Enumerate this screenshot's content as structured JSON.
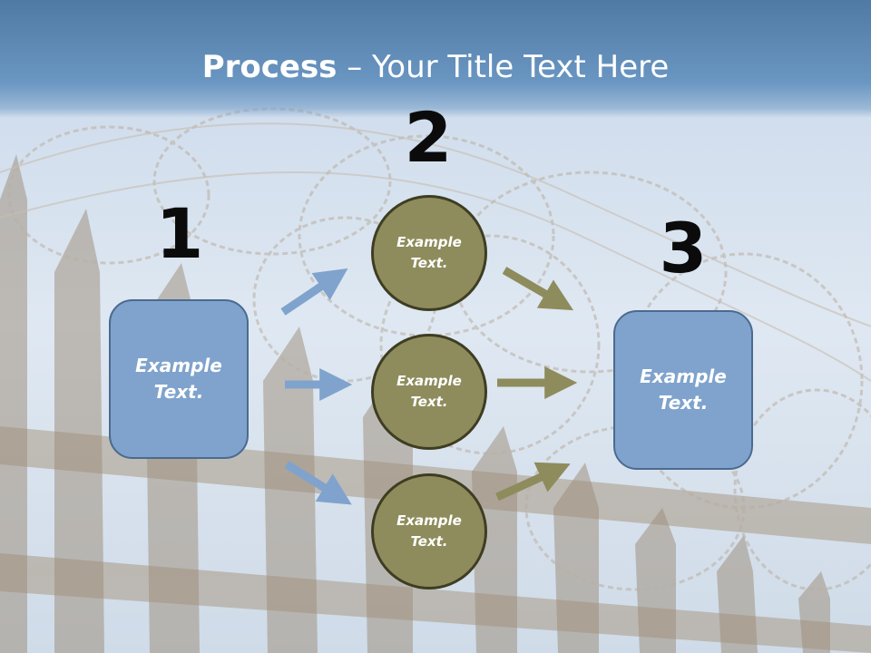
{
  "slide": {
    "title_bold": "Process",
    "title_rest": " – Your Title Text Here"
  },
  "steps": {
    "n1": "1",
    "n2": "2",
    "n3": "3"
  },
  "nodes": {
    "left_box": "Example Text.",
    "circle_top": "Example Text.",
    "circle_mid": "Example Text.",
    "circle_bottom": "Example Text.",
    "right_box": "Example Text."
  },
  "colors": {
    "box_fill": "#7fa3cc",
    "circle_fill": "#8e8c5c",
    "arrow_blue": "#7fa3cc",
    "arrow_olive": "#8e8c5c",
    "title_band": "#5f8bb8"
  }
}
